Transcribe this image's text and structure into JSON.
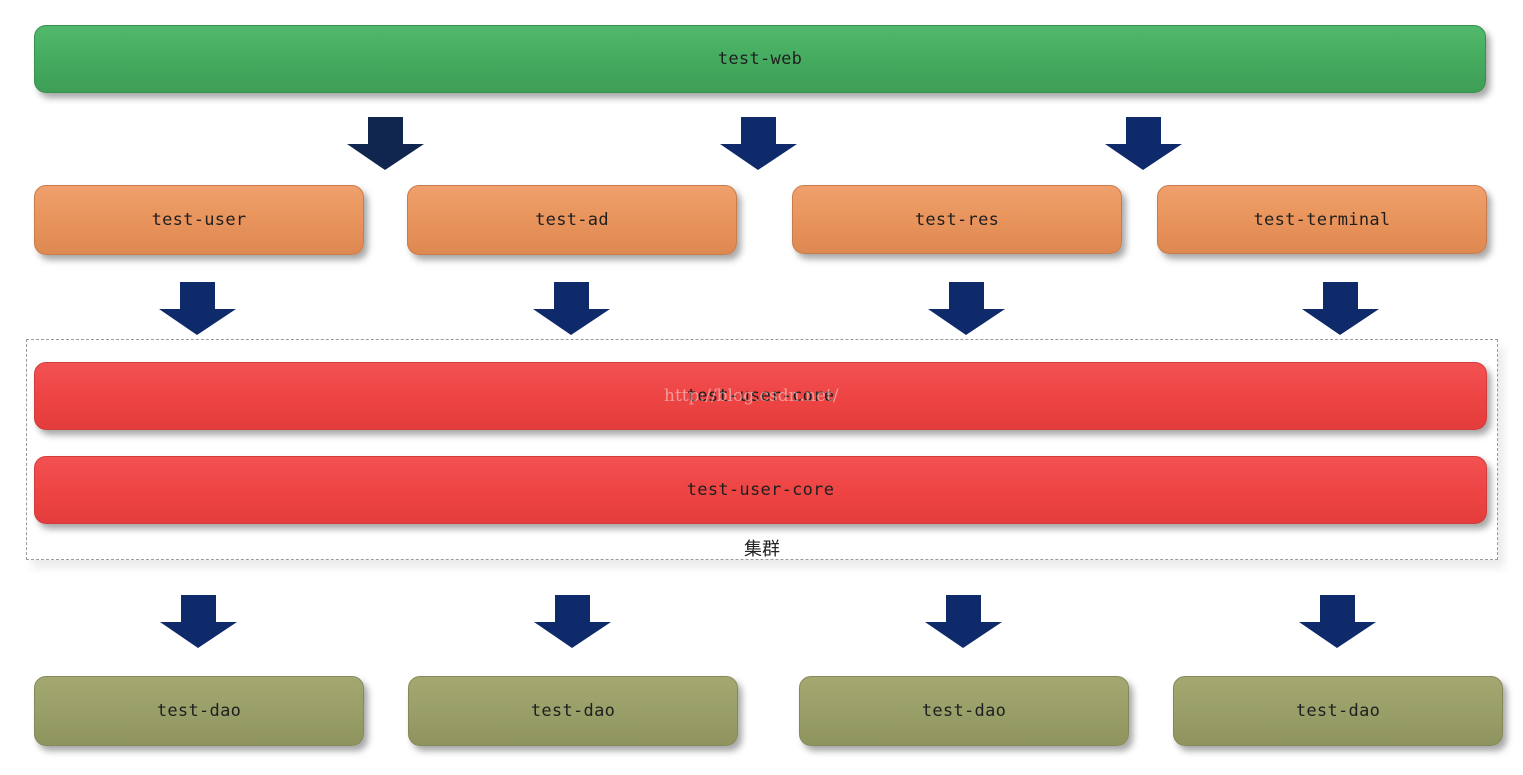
{
  "web": {
    "label": "test-web"
  },
  "services": [
    {
      "label": "test-user"
    },
    {
      "label": "test-ad"
    },
    {
      "label": "test-res"
    },
    {
      "label": "test-terminal"
    }
  ],
  "cluster": {
    "label": "集群",
    "cores": [
      {
        "label": "test-user-core"
      },
      {
        "label": "test-user-core"
      }
    ],
    "watermark": "http://blog.csdn.net/"
  },
  "daos": [
    {
      "label": "test-dao"
    },
    {
      "label": "test-dao"
    },
    {
      "label": "test-dao"
    },
    {
      "label": "test-dao"
    }
  ],
  "colors": {
    "web": "#45ab5f",
    "service": "#e8945c",
    "core": "#ee4444",
    "dao": "#9a9f69",
    "arrow": "#0f2a6b"
  }
}
